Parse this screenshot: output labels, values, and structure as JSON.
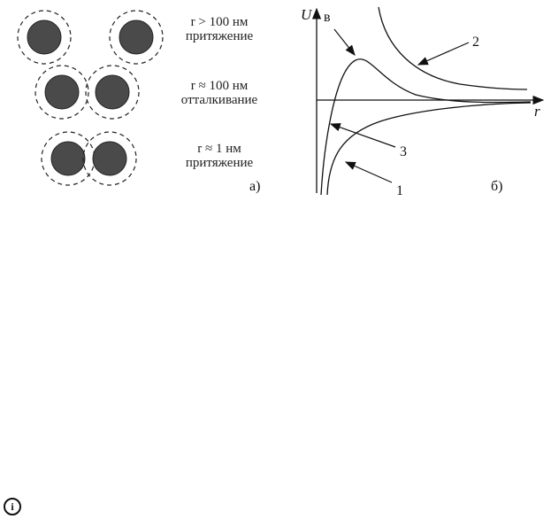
{
  "panel_a": {
    "captions": [
      {
        "line1": "r > 100 нм",
        "line2": "притяжение"
      },
      {
        "line1": "r ≈ 100 нм",
        "line2": "отталкивание"
      },
      {
        "line1": "r ≈ 1 нм",
        "line2": "притяжение"
      }
    ],
    "label": "а)"
  },
  "panel_b": {
    "axis_y": "U",
    "axis_x": "r",
    "peak_label": "в",
    "curve_labels": [
      "2",
      "3",
      "1"
    ],
    "label": "б)"
  },
  "info_icon": "info-icon"
}
